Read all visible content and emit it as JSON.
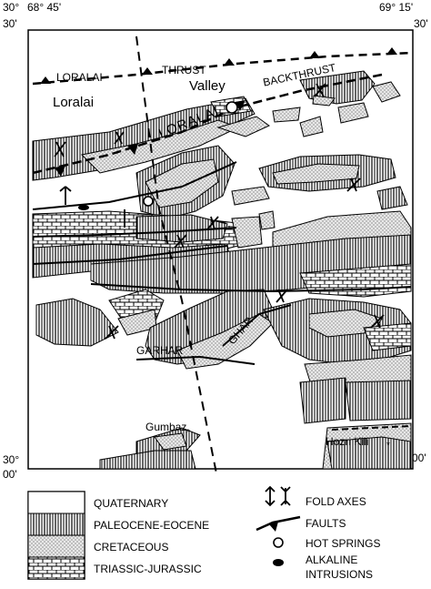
{
  "coordinates": {
    "top_left_lat_deg": "30°",
    "top_left_lat_min": "30'",
    "top_left_lon": "68° 45'",
    "top_right_lon": "69° 15'",
    "top_right_lat_min": "30'",
    "bottom_left_lat_deg": "30°",
    "bottom_left_lat_min": "00'",
    "bottom_right_lat_min": "00'"
  },
  "labels": {
    "loralai_thrust_1": "LORALAI",
    "loralai_thrust_2": "THRUST",
    "loralai_town": "Loralai",
    "valley": "Valley",
    "backthrust": "BACKTHRUST",
    "loralai_fault": "LORALAI",
    "garhar": "GARHAR",
    "ghar": "GHAR",
    "gumbaz": "Gumbaz",
    "hozri_kili": "Hozri Kili"
  },
  "legend": {
    "quaternary": "QUATERNARY",
    "paleocene_eocene": "PALEOCENE-EOCENE",
    "cretaceous": "CRETACEOUS",
    "triassic_jurassic": "TRIASSIC-JURASSIC",
    "fold_axes": "FOLD AXES",
    "faults": "FAULTS",
    "hot_springs": "HOT SPRINGS",
    "alkaline_1": "ALKALINE",
    "alkaline_2": "INTRUSIONS"
  },
  "map_units": [
    "quaternary",
    "paleocene_eocene",
    "cretaceous",
    "triassic_jurassic"
  ]
}
